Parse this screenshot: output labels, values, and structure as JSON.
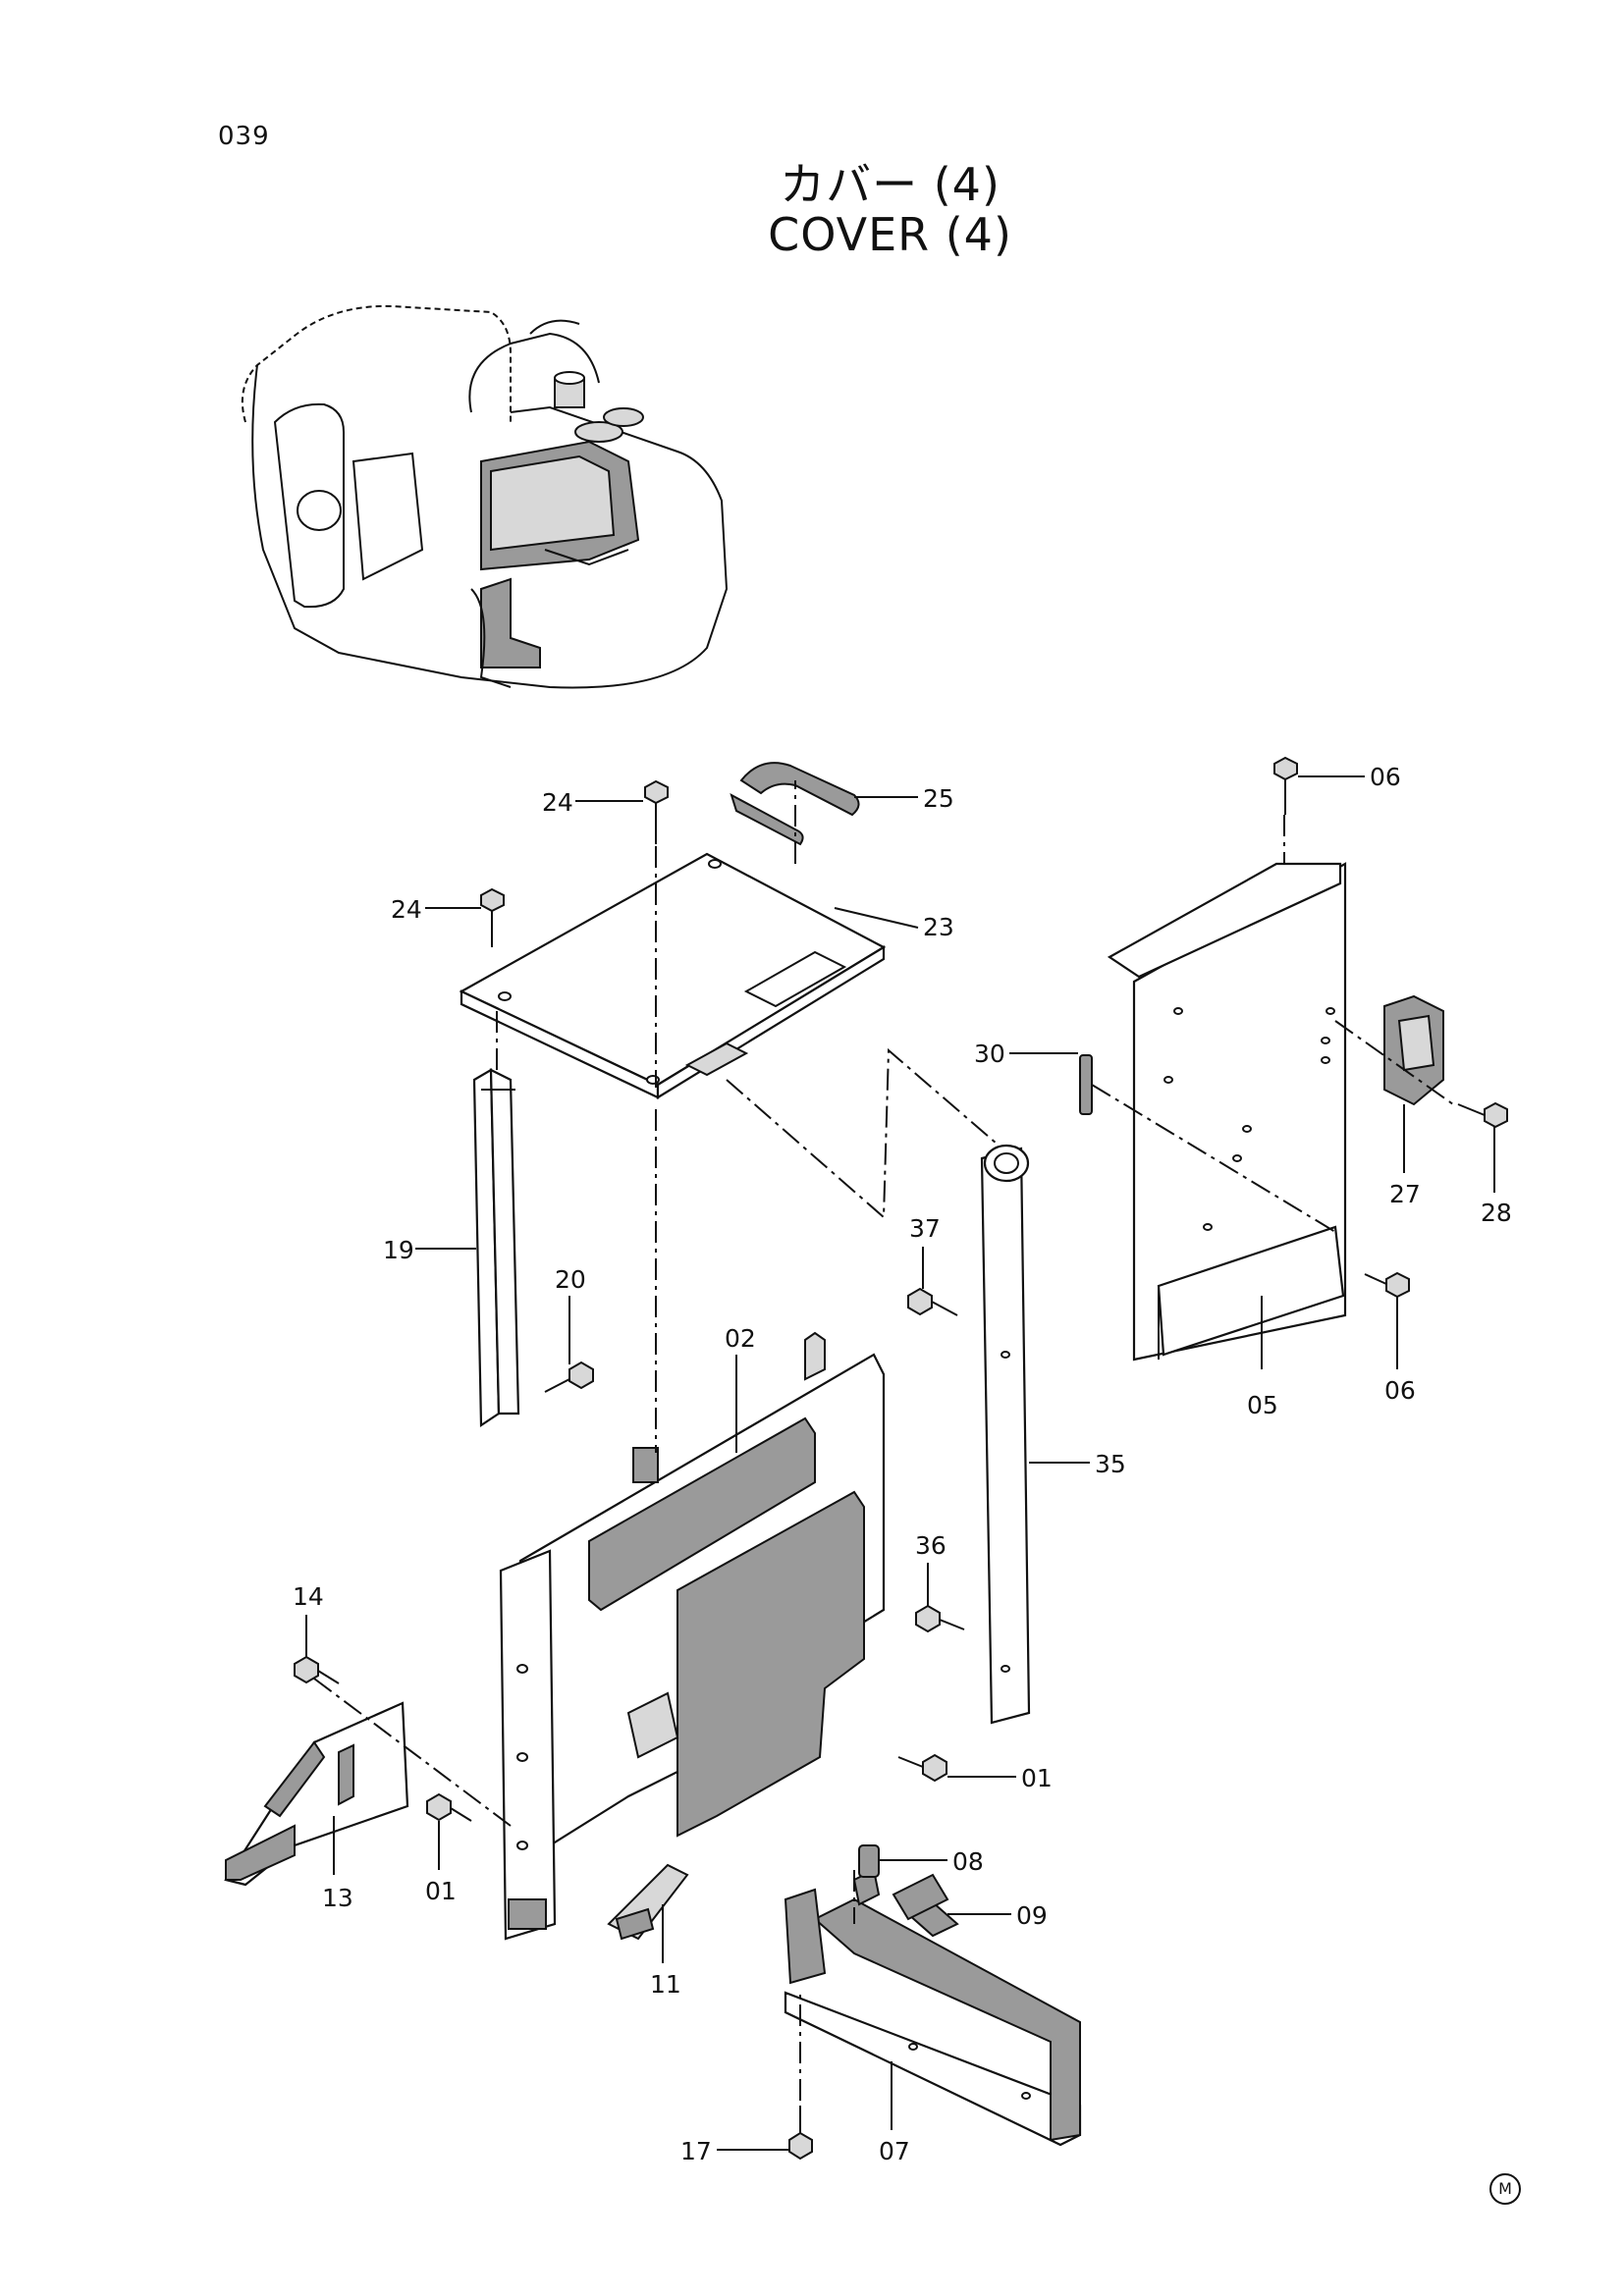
{
  "page_number": "039",
  "title_jp": "カバー (4)",
  "title_en": "COVER (4)",
  "corner_mark": "M",
  "callouts": {
    "c24a": "24",
    "c24b": "24",
    "c25": "25",
    "c23": "23",
    "c06a": "06",
    "c30": "30",
    "c27": "27",
    "c28": "28",
    "c19": "19",
    "c20": "20",
    "c02": "02",
    "c37": "37",
    "c35": "35",
    "c06b": "06",
    "c05": "05",
    "c36": "36",
    "c14": "14",
    "c01a": "01",
    "c01b": "01",
    "c13": "13",
    "c08": "08",
    "c09": "09",
    "c11": "11",
    "c17": "17",
    "c07": "07"
  }
}
